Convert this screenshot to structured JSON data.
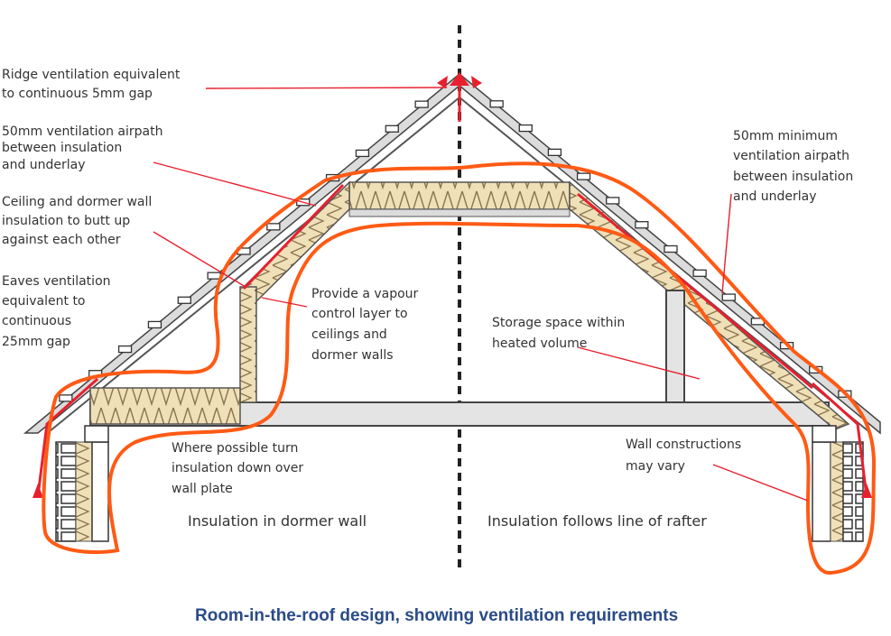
{
  "labels": {
    "ridge": [
      "Ridge ventilation equivalent",
      "to continuous 5mm gap"
    ],
    "airpath_left": [
      "50mm ventilation airpath",
      "between insulation",
      "and underlay"
    ],
    "ceiling_dormer": [
      "Ceiling and dormer wall",
      "insulation to butt up",
      "against each other"
    ],
    "eaves": [
      "Eaves ventilation",
      "equivalent to",
      "continuous",
      "25mm gap"
    ],
    "vapour": [
      "Provide a vapour",
      "control layer to",
      "ceilings and",
      "dormer walls"
    ],
    "storage": [
      "Storage space within",
      "heated volume"
    ],
    "airpath_right": [
      "50mm minimum",
      "ventilation airpath",
      "between insulation",
      "and underlay"
    ],
    "wall_plate": [
      "Where possible turn",
      "insulation down over",
      "wall plate"
    ],
    "wall_constructions": [
      "Wall constructions",
      "may vary"
    ],
    "section_left": "Insulation in dormer wall",
    "section_right": "Insulation follows line of rafter"
  },
  "caption": "Room-in-the-roof design, showing ventilation requirements",
  "colors": {
    "annotation_outline": "#ff5a14",
    "arrow": "#e8202e",
    "insulation": "#efe0b8",
    "caption": "#2a4b86"
  }
}
